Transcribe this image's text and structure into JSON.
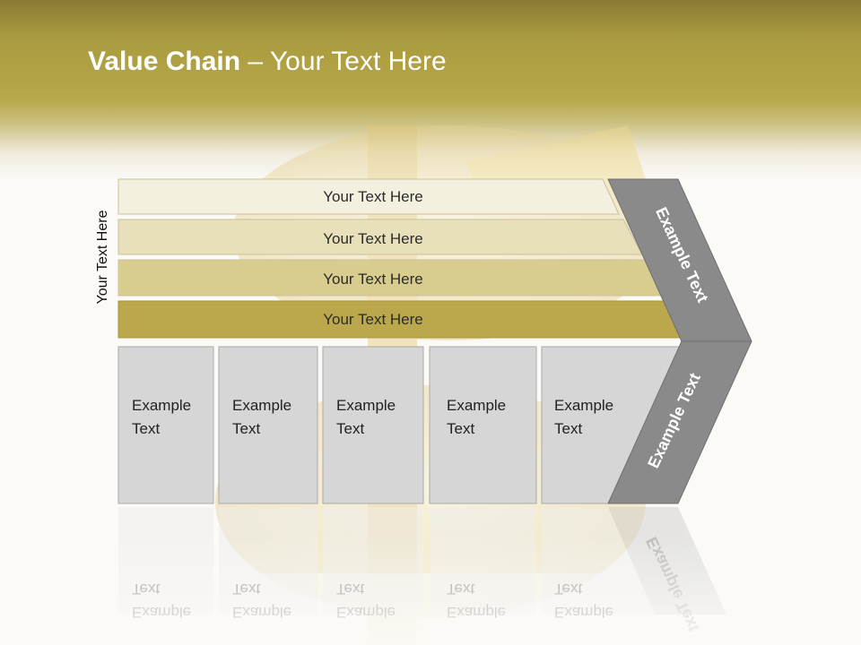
{
  "slide": {
    "title_bold": "Value Chain",
    "title_rest": " – Your Text Here",
    "vertical_label": "Your Text Here"
  },
  "bars": [
    {
      "label": "Your Text Here",
      "color": "#f4f0df"
    },
    {
      "label": "Your Text Here",
      "color": "#e7e0bb"
    },
    {
      "label": "Your Text Here",
      "color": "#d9cc8f"
    },
    {
      "label": "Your Text Here",
      "color": "#bca84c"
    }
  ],
  "boxes": [
    {
      "line1": "Example",
      "line2": "Text"
    },
    {
      "line1": "Example",
      "line2": "Text"
    },
    {
      "line1": "Example",
      "line2": "Text"
    },
    {
      "line1": "Example",
      "line2": "Text"
    },
    {
      "line1": "Example",
      "line2": "Text"
    }
  ],
  "chevron": {
    "upper_text": "Example Text",
    "lower_text": "Example Text",
    "color": "#8a8a8a"
  },
  "colors": {
    "header": "#b0a142",
    "box_fill": "#d6d6d6",
    "box_stroke": "#a9a9a9"
  }
}
